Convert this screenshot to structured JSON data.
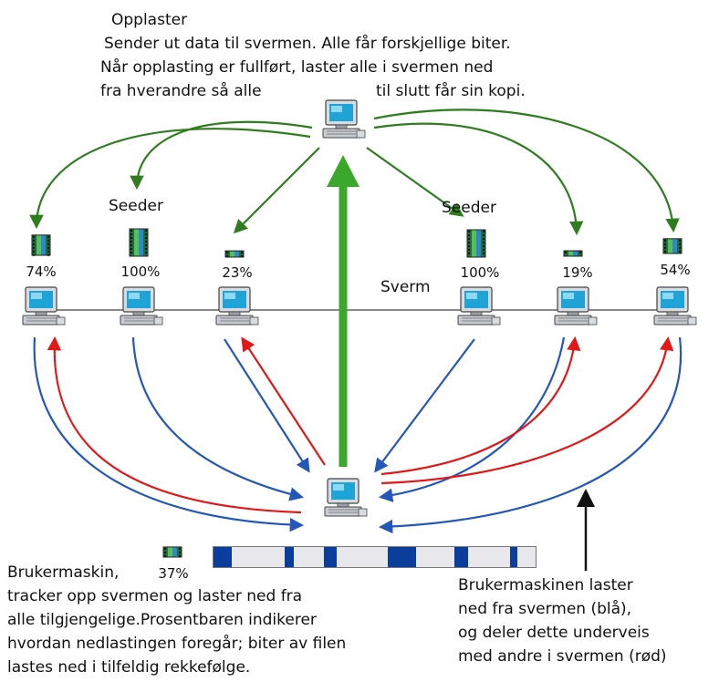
{
  "uploader": {
    "title": "Opplaster",
    "line1": "Sender ut data til svermen. Alle får forskjellige biter.",
    "line2": "Når opplasting er fullført, laster alle i svermen ned",
    "line3_left": "fra hverandre så alle",
    "line3_right": "til slutt får sin kopi."
  },
  "swarm_label": "Sverm",
  "peers": [
    {
      "label": "",
      "progress": "74%",
      "fraction": 0.74
    },
    {
      "label": "Seeder",
      "progress": "100%",
      "fraction": 1.0
    },
    {
      "label": "",
      "progress": "23%",
      "fraction": 0.23
    },
    {
      "label": "Seeder",
      "progress": "100%",
      "fraction": 1.0
    },
    {
      "label": "",
      "progress": "19%",
      "fraction": 0.19
    },
    {
      "label": "",
      "progress": "54%",
      "fraction": 0.54
    }
  ],
  "user_machine": {
    "progress": "37%",
    "fraction": 0.37,
    "caption_title": "Brukermaskin,",
    "caption_lines": [
      "tracker opp svermen og laster ned fra",
      "alle tilgjengelige.Prosentbaren indikerer",
      "hvordan nedlastingen foregår; biter av filen",
      "lastes ned i tilfeldig rekkefølge."
    ]
  },
  "right_note": [
    "Brukermaskinen laster",
    "ned fra svermen (blå),",
    "og deler dette underveis",
    "med andre i svermen (rød)"
  ],
  "colors": {
    "upload_arrow": "#2e7d1e",
    "download_arrow": "#2458b8",
    "share_arrow": "#e01818",
    "bar_fill": "#0a3d9c"
  }
}
